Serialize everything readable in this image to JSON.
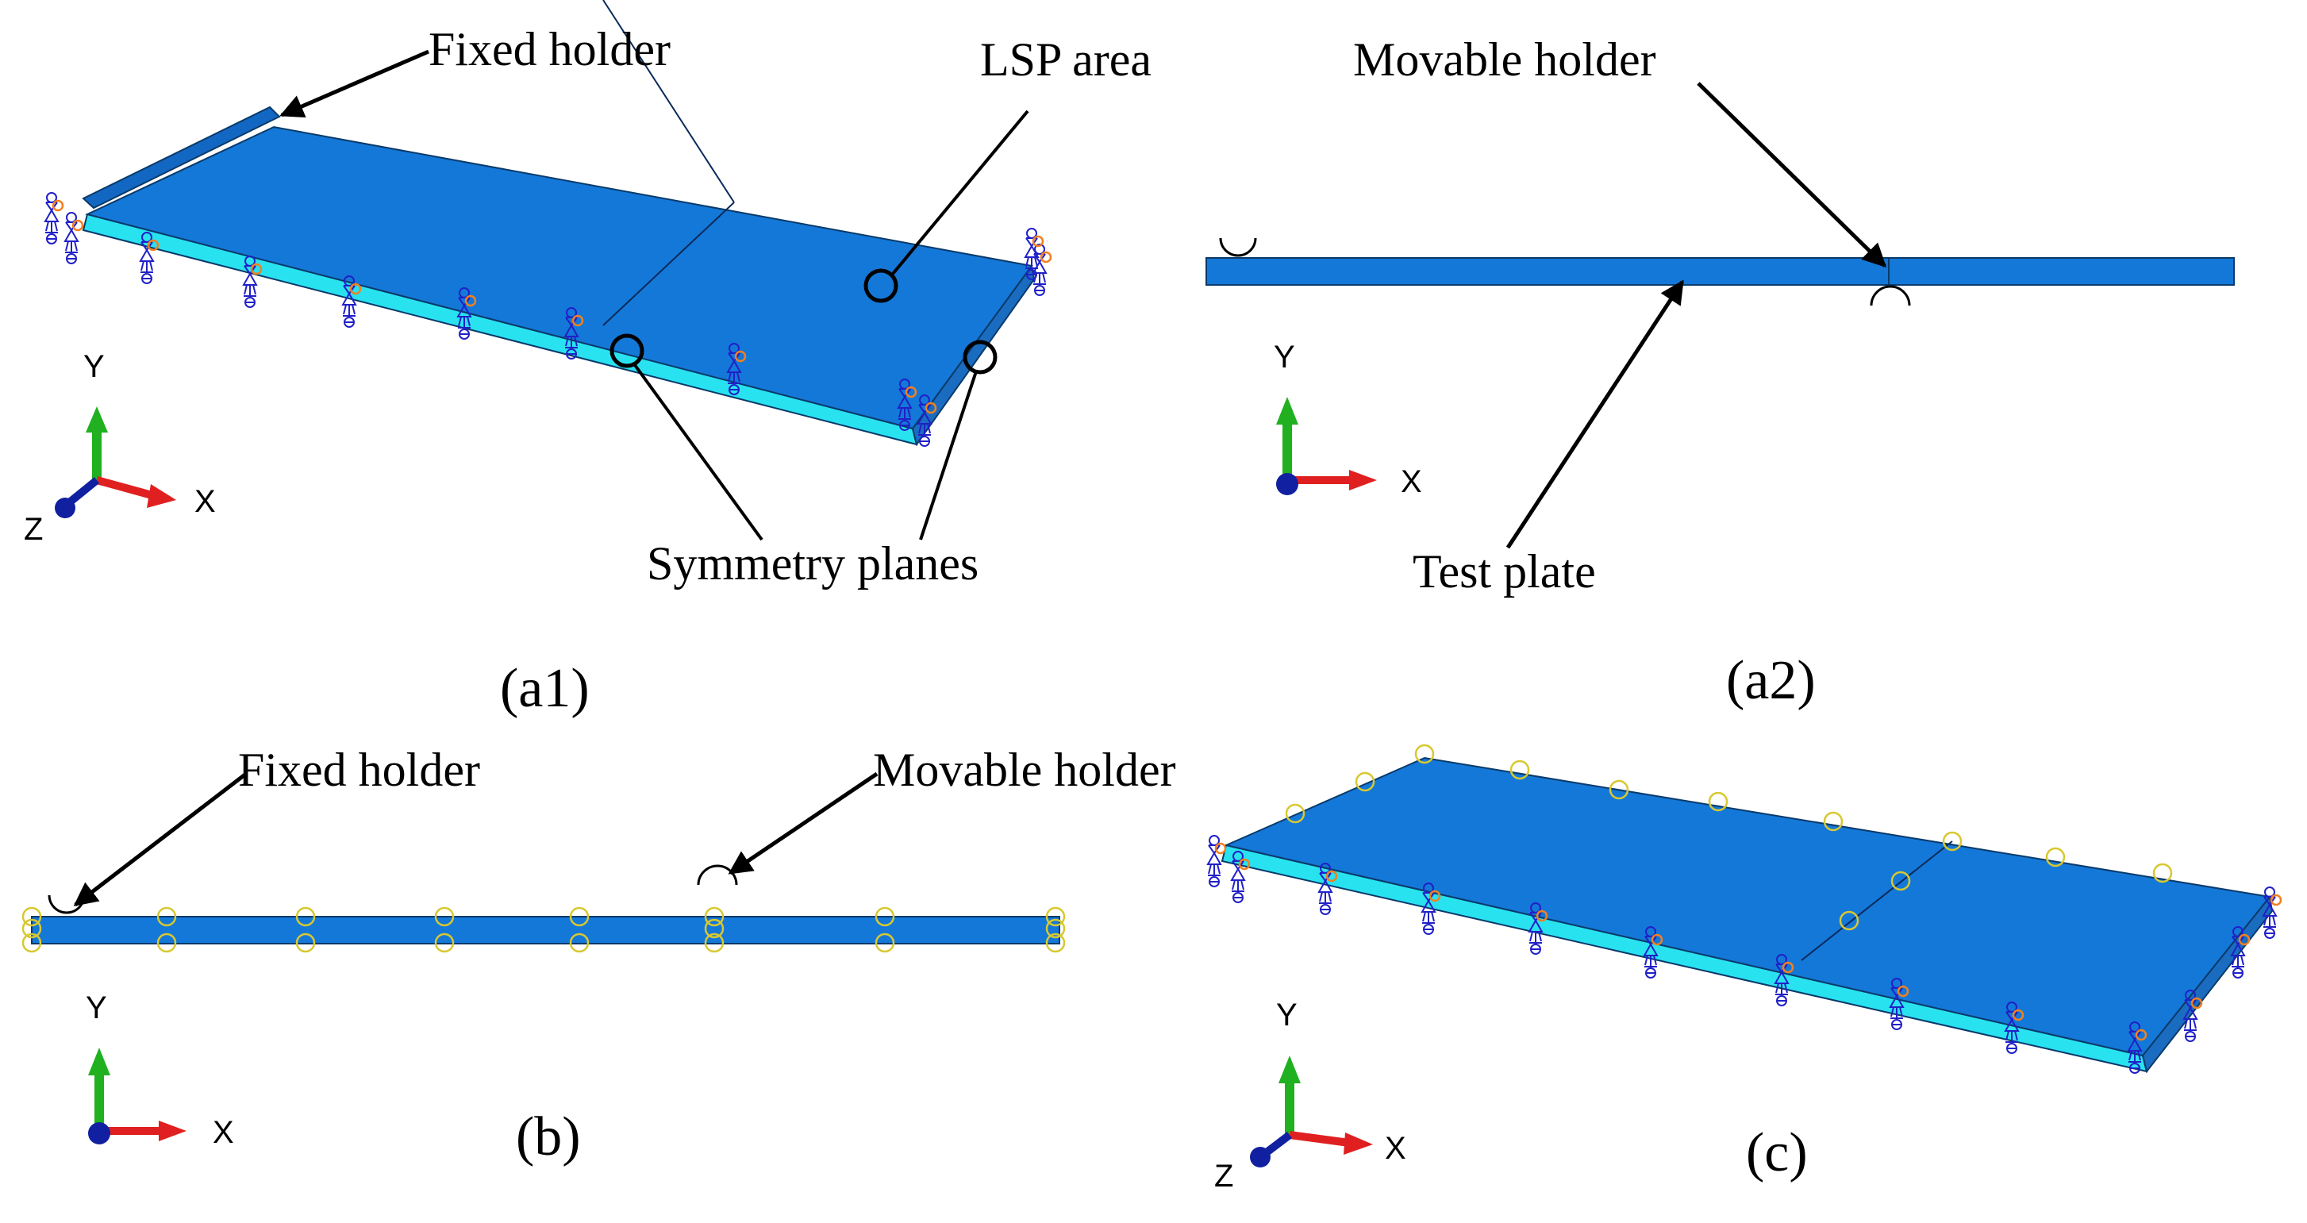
{
  "labels": {
    "a1_fixed_holder": "Fixed holder",
    "a1_lsp_area": "LSP area",
    "a1_symmetry_planes": "Symmetry planes",
    "a2_movable_holder": "Movable holder",
    "a2_test_plate": "Test plate",
    "b_fixed_holder": "Fixed holder",
    "b_movable_holder": "Movable holder"
  },
  "captions": {
    "a1": "(a1)",
    "a2": "(a2)",
    "b": "(b)",
    "c": "(c)"
  },
  "axes": {
    "x": "X",
    "y": "Y",
    "z": "Z"
  },
  "icons": {
    "axis_y": "green-arrow-icon",
    "axis_x": "red-arrow-icon",
    "axis_z": "blue-sphere-icon",
    "constraint": "boundary-condition-cone-icon",
    "holder": "cylindrical-holder-icon"
  },
  "colors": {
    "plate_top": "#1478D8",
    "plate_side": "#29E2F0",
    "holder": "#1267C2",
    "constraint": "#2020C8",
    "constraint_orange": "#F08020",
    "node_marker": "#D8C830",
    "axis_x": "#E02020",
    "axis_y": "#20B020",
    "axis_z": "#1020A0"
  }
}
